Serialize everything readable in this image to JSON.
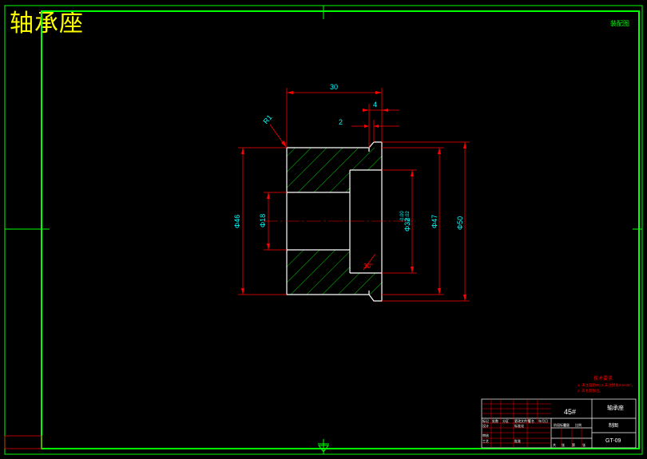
{
  "title": "轴承座",
  "colors": {
    "background": "#000000",
    "border": "#00ff00",
    "outline": "#ffffff",
    "dimension": "#ff0000",
    "text": "#00ffff",
    "hatch": "#00ff00",
    "title": "#ffff00",
    "note": "#ff0000"
  },
  "corner_mark": "装配图",
  "dimensions": {
    "overall_length": "30",
    "chamfer_width": "4",
    "groove_width": "2",
    "fillet": "R1",
    "outer_dia_left": "Φ46",
    "bore_dia": "Φ18",
    "counterbore_dia": "Φ32",
    "counterbore_tol_upper": "-0.00",
    "counterbore_tol_lower": "-0.02",
    "outer_dia_right": "Φ47",
    "flange_dia": "Φ50",
    "angle": "30°"
  },
  "notes": {
    "heading": "技术要求",
    "line1": "1. 未注圆角R0.5,未注倒角0.5×45°。",
    "line2": "2. 去毛刺锐边。"
  },
  "title_block": {
    "material": "45#",
    "part_name": "轴承座",
    "unit": "制图",
    "code": "GT-09",
    "cells": [
      "标记",
      "处数",
      "分区",
      "更改文件号",
      "签名",
      "年月日",
      "设计",
      "标准化",
      "审核",
      "工艺",
      "批准",
      "阶段标记",
      "重量",
      "比例",
      "共",
      "张",
      "第",
      "张"
    ]
  }
}
